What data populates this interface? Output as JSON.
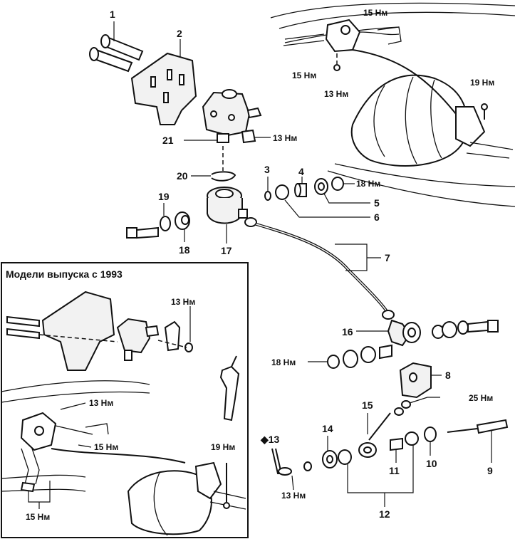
{
  "diagram": {
    "inset_title": "Модели выпуска с 1993",
    "part_numbers": {
      "p1": "1",
      "p2": "2",
      "p3": "3",
      "p4": "4",
      "p5": "5",
      "p6": "6",
      "p7": "7",
      "p8": "8",
      "p9": "9",
      "p10": "10",
      "p11": "11",
      "p12": "12",
      "p13": "◆13",
      "p14": "14",
      "p15": "15",
      "p16": "16",
      "p17": "17",
      "p18": "18",
      "p19": "19",
      "p20": "20",
      "p21": "21"
    },
    "torques": {
      "t_top_right_a": "15 Нм",
      "t_top_right_b": "15 Нм",
      "t_top_right_c": "13 Нм",
      "t_top_right_d": "19 Нм",
      "t_valve": "13 Нм",
      "t_nut5": "18 Нм",
      "t_nut_left": "18 Нм",
      "t_bolt8": "25 Нм",
      "t_clip13": "13 Нм",
      "t_inset_a": "13 Нм",
      "t_inset_b": "13 Нм",
      "t_inset_c": "15 Нм",
      "t_inset_d": "19 Нм",
      "t_inset_e": "15 Нм"
    }
  }
}
